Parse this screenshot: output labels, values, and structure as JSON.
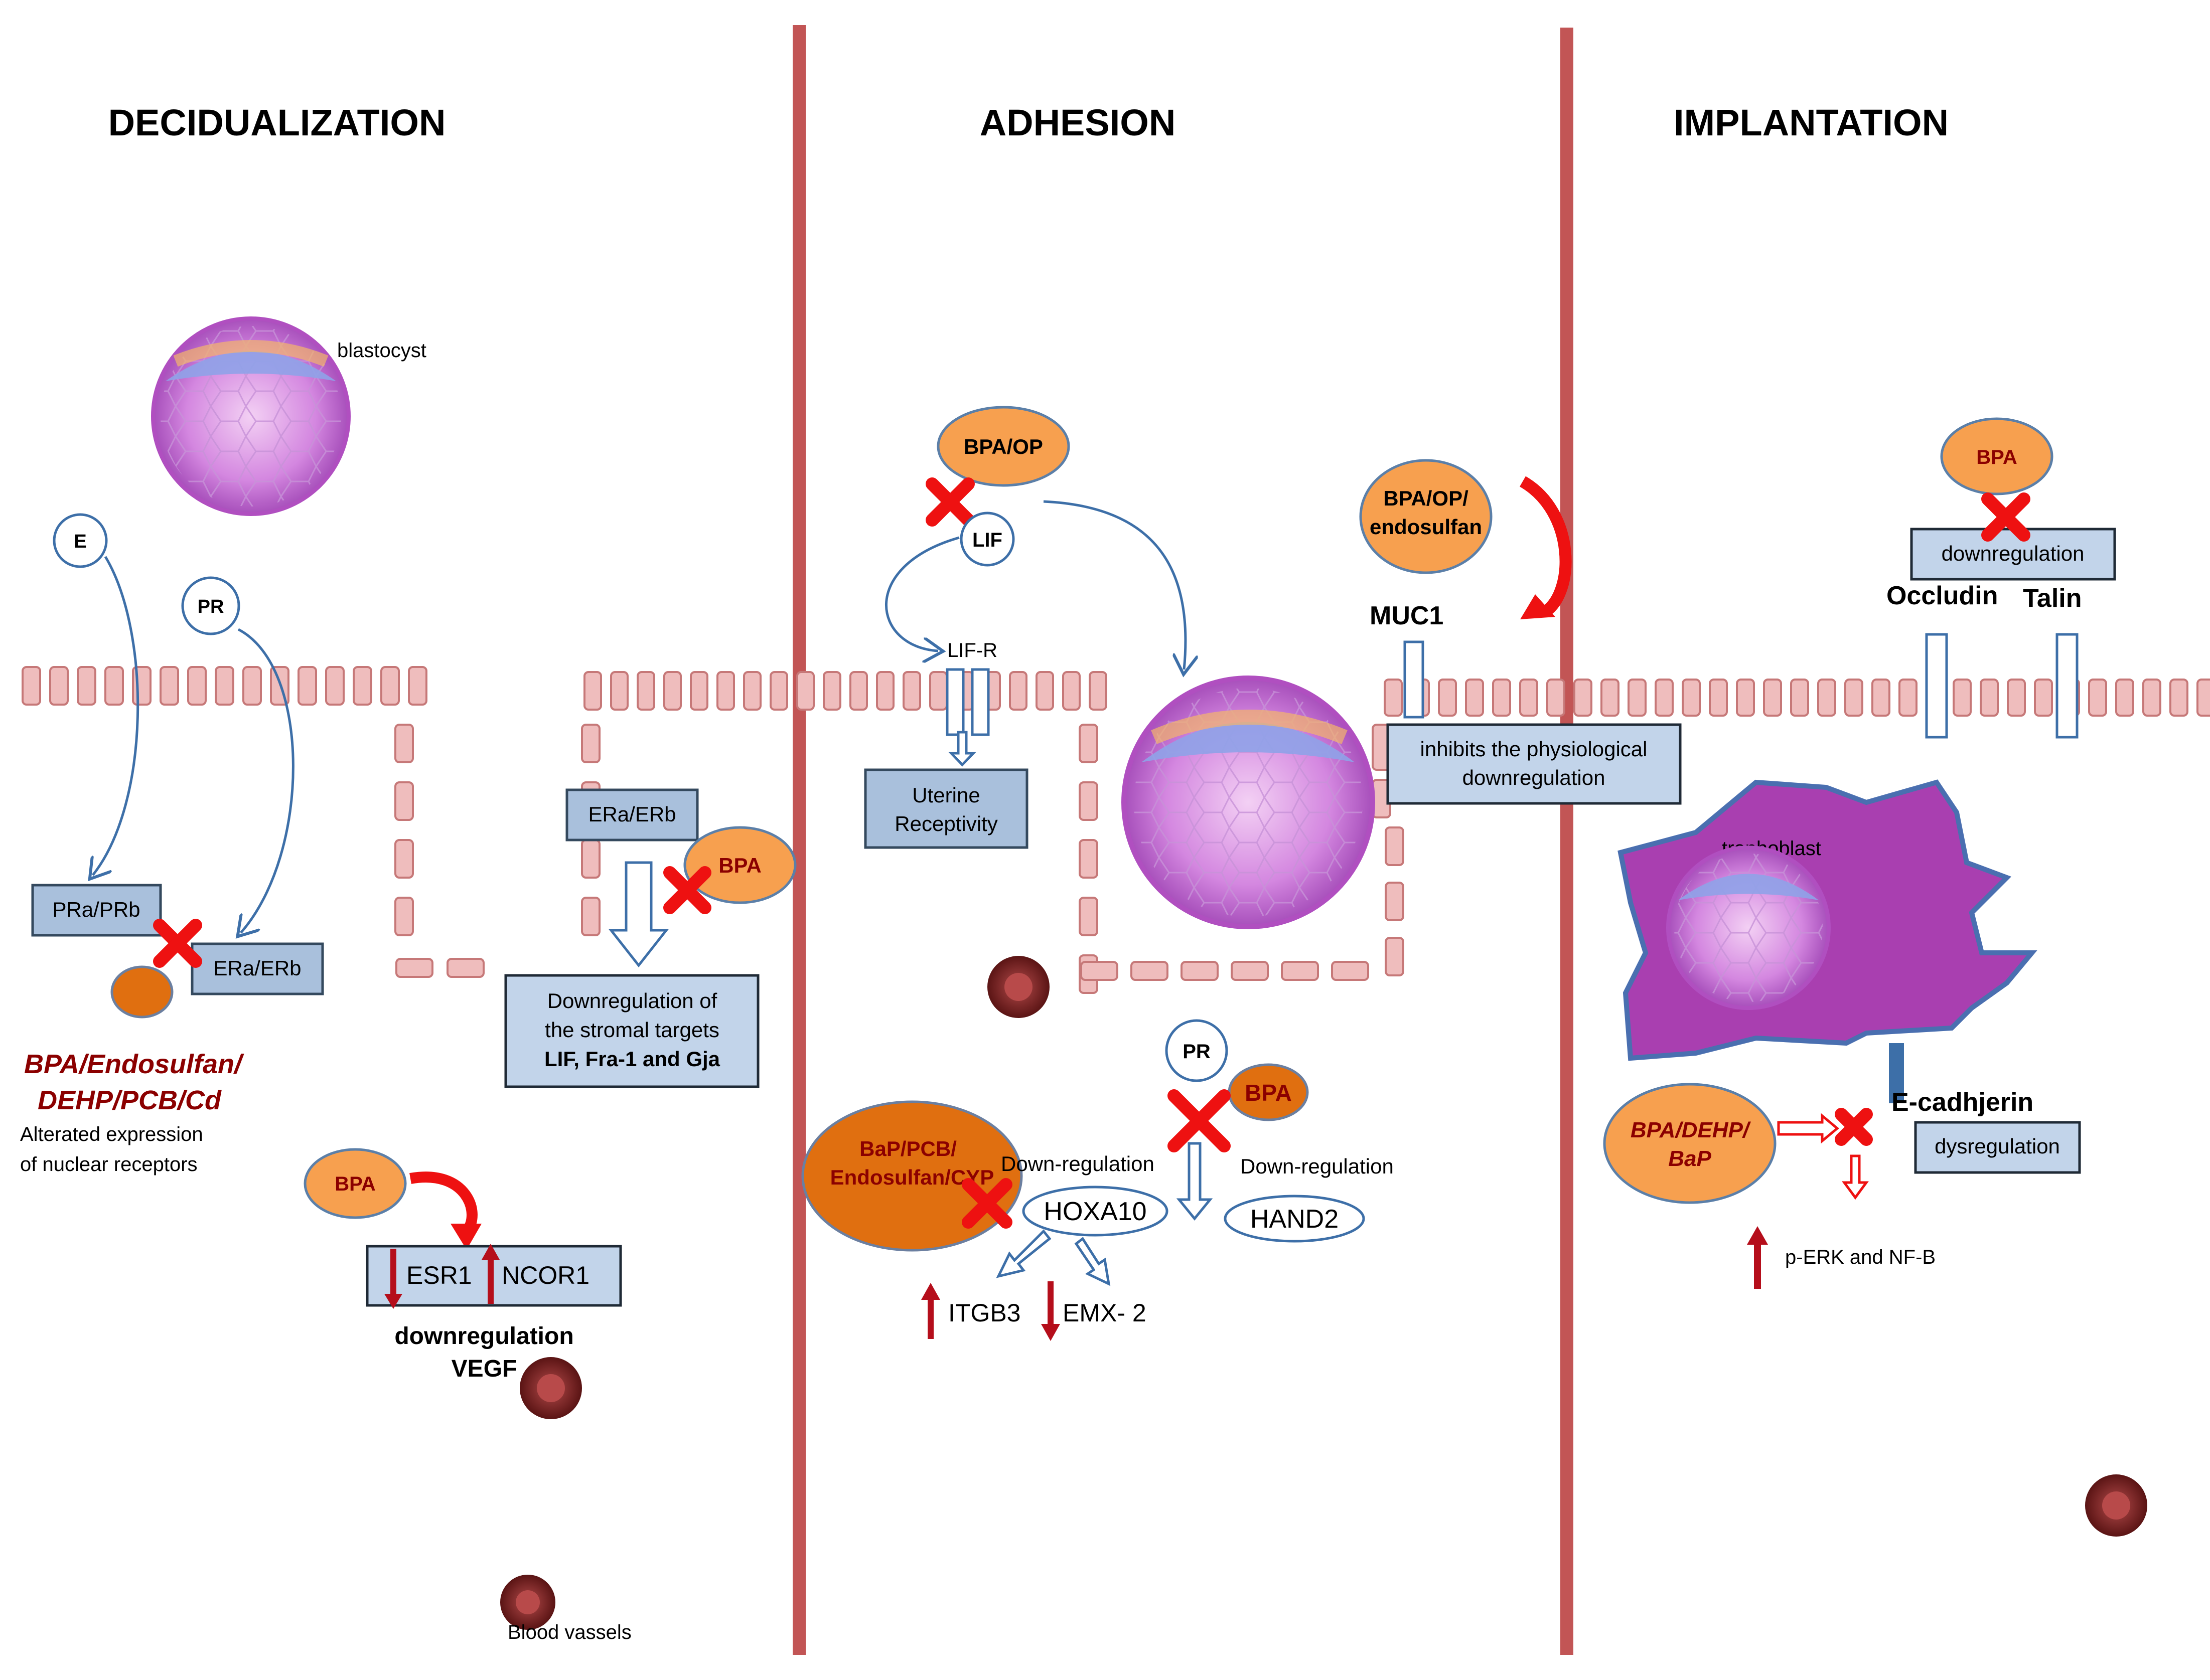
{
  "sections": {
    "decidualization": "DECIDUALIZATION",
    "adhesion": "ADHESION",
    "implantation": "IMPLANTATION"
  },
  "decidualization": {
    "blastocyst_label": "blastocyst",
    "e_label": "E",
    "pr_label": "PR",
    "pra_prb": "PRa/PRb",
    "era_erb_left": "ERa/ERb",
    "chemicals_line1": "BPA/Endosulfan/",
    "chemicals_line2": "DEHP/PCB/Cd",
    "altered_line1": "Alterated expression",
    "altered_line2": "of nuclear receptors",
    "era_erb_mid": "ERa/ERb",
    "bpa_mid": "BPA",
    "down_box_line1": "Downregulation of",
    "down_box_line2": "the stromal targets",
    "down_box_line3": "LIF, Fra-1 and Gja",
    "bpa_low": "BPA",
    "esr1": "ESR1",
    "ncor1": "NCOR1",
    "downregulation": "downregulation",
    "vegf": "VEGF",
    "blood_vessels": "Blood vassels"
  },
  "adhesion": {
    "bpa_op": "BPA/OP",
    "lif": "LIF",
    "lif_r": "LIF-R",
    "uterine_line1": "Uterine",
    "uterine_line2": "Receptivity",
    "pr": "PR",
    "bpa": "BPA",
    "bap_line1": "BaP/PCB/",
    "bap_line2": "Endosulfan/CYP",
    "down_reg_left": "Down-regulation",
    "down_reg_right": "Down-regulation",
    "hoxa10": "HOXA10",
    "hand2": "HAND2",
    "itgb3": "ITGB3",
    "emx2": "EMX- 2"
  },
  "implantation": {
    "bpa_op_line1": "BPA/OP/",
    "bpa_op_line2": "endosulfan",
    "muc1": "MUC1",
    "inhibits_line1": "inhibits the physiological",
    "inhibits_line2": "downregulation",
    "bpa_top": "BPA",
    "downregulation_box": "downregulation",
    "occludin": "Occludin",
    "talin": "Talin",
    "trophoblast": "trophoblast",
    "bpa_dehp_line1": "BPA/DEHP/",
    "bpa_dehp_line2": "BaP",
    "e_cadherin": "E-cadhjerin",
    "dysregulation": "dysregulation",
    "perk": "p-ERK and NF-B"
  },
  "colors": {
    "divider": "#c25555",
    "membrane": "#efbdbd",
    "box": "#a9c0dc",
    "oval": "#f7a04f",
    "dark_red_text": "#8b0000",
    "cross": "#ee1111",
    "trophoblast": "#a93fb0"
  }
}
